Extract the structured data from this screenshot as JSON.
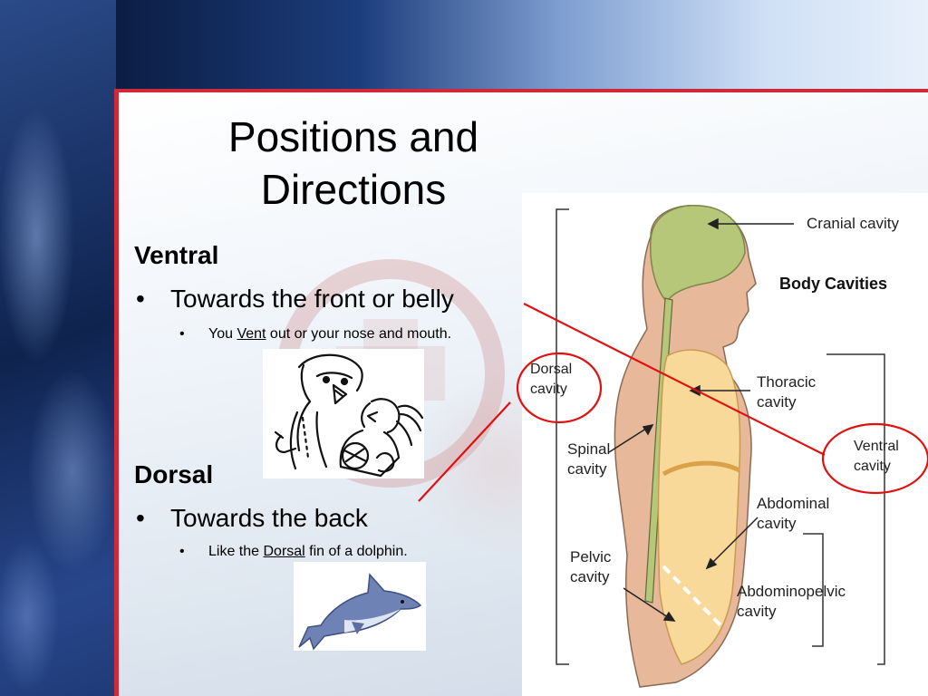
{
  "slide": {
    "title": "Positions and Directions"
  },
  "ventral": {
    "heading": "Ventral",
    "bullet": "Towards the front or belly",
    "sub_prefix": "You ",
    "sub_key": "Vent",
    "sub_suffix": " out or your nose and mouth."
  },
  "dorsal": {
    "heading": "Dorsal",
    "bullet": "Towards the back",
    "sub_prefix": "Like the ",
    "sub_key": "Dorsal",
    "sub_suffix": " fin of a dolphin."
  },
  "figure": {
    "title": "Body Cavities",
    "labels": {
      "cranial": "Cranial cavity",
      "thoracic": "Thoracic\ncavity",
      "spinal": "Spinal\ncavity",
      "abdominal": "Abdominal\ncavity",
      "pelvic": "Pelvic\ncavity",
      "abdominopelvic": "Abdominopelvic\ncavity"
    }
  },
  "callouts": {
    "dorsal": "Dorsal\ncavity",
    "ventral": "Ventral\ncavity"
  },
  "colors": {
    "accent_red": "#d02a3a",
    "callout_red": "#e01010",
    "cranial_green": "#b7c77a",
    "body_skin": "#e8b89a",
    "cavity_yellow": "#f8d99a",
    "dolphin_blue": "#6f82b5"
  },
  "icons": {
    "bullet": "•",
    "shouting_people": "clip-art-shouting-people",
    "dolphin": "clip-art-dolphin"
  }
}
